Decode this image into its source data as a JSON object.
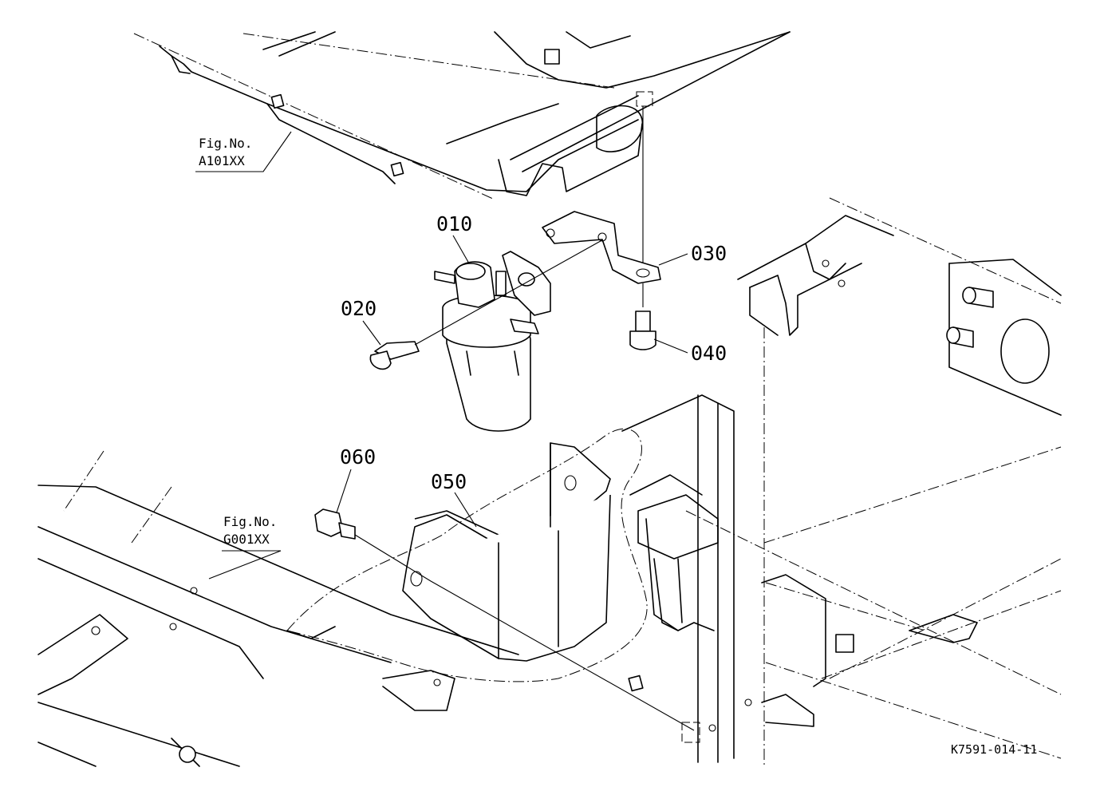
{
  "callouts": {
    "p010": "010",
    "p020": "020",
    "p030": "030",
    "p040": "040",
    "p050": "050",
    "p060": "060"
  },
  "fig_refs": {
    "top": {
      "line1": "Fig.No.",
      "line2": "A101XX"
    },
    "bottom": {
      "line1": "Fig.No.",
      "line2": "G001XX"
    }
  },
  "drawing_id": "K7591-014-11"
}
